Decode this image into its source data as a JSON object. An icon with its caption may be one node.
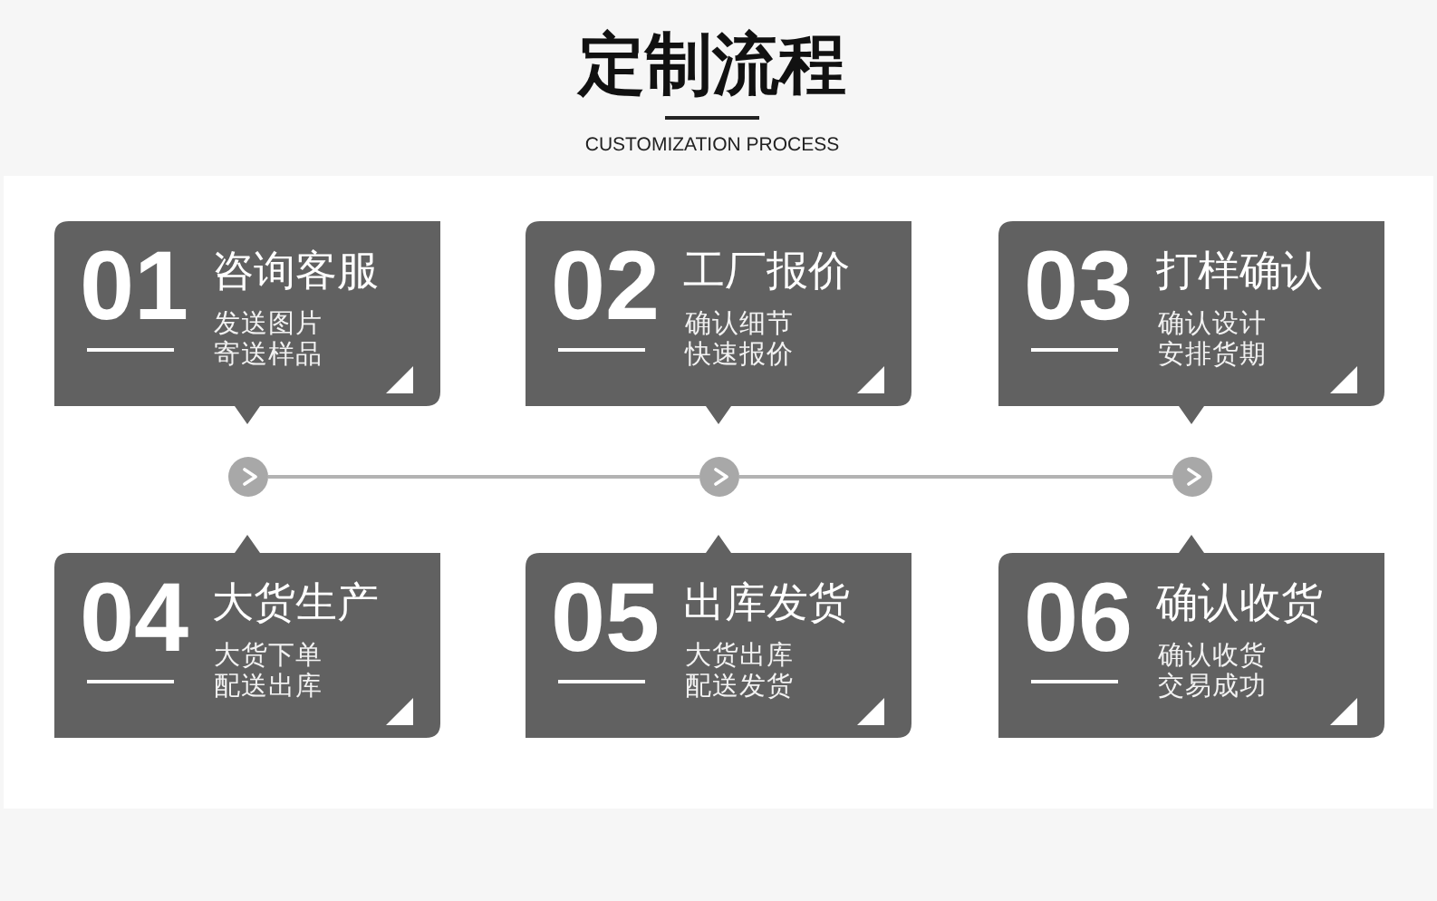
{
  "diagram": {
    "title": "定制流程",
    "nodes": [
      {
        "text": [
          "01",
          "咨询客服",
          "发送图片",
          "寄送样品"
        ]
      },
      {
        "text": [
          "02",
          "工厂报价",
          "确认细节",
          "快速报价"
        ]
      },
      {
        "text": [
          "03",
          "打样确认",
          "确认设计",
          "安排货期"
        ]
      },
      {
        "text": [],
        "shape": "circle"
      },
      {
        "text": [],
        "shape": "circle"
      },
      {
        "text": [],
        "shape": "circle"
      },
      {
        "text": [
          "04",
          "大货生产",
          "大货下单",
          "配送出库"
        ]
      },
      {
        "text": [
          "05",
          "出库发货",
          "大货出库",
          "配送发货"
        ]
      },
      {
        "text": [
          "06",
          "确认收货",
          "确认收货",
          "交易成功"
        ]
      }
    ],
    "edges": [
      {
        "from": 3,
        "to": 4,
        "arrow": "none"
      },
      {
        "from": 4,
        "to": 5,
        "arrow": "none"
      }
    ],
    "labels": [
      "CUSTOMIZATION PROCESS"
    ]
  }
}
